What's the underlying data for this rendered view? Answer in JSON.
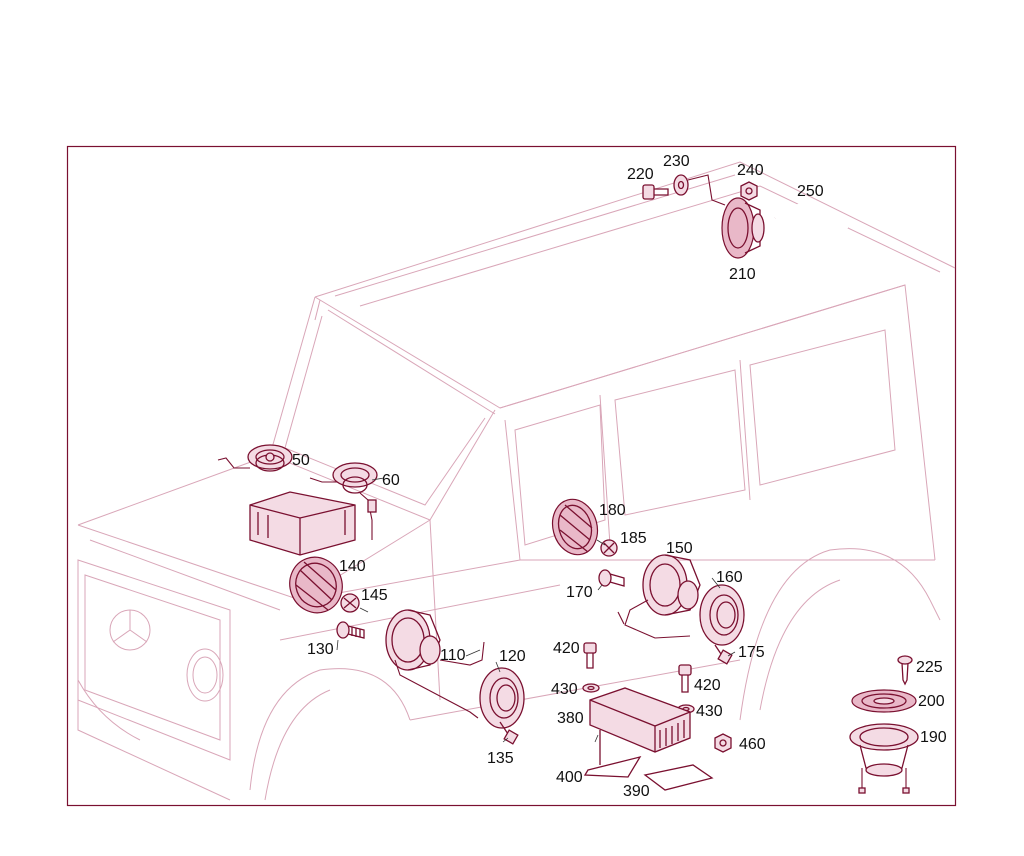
{
  "colors": {
    "frame": "#7a1030",
    "vehicle_outline": "#d9a6b8",
    "part_stroke": "#7a1030",
    "part_fill": "#f4dbe4",
    "label_text": "#111111"
  },
  "callouts": [
    "220",
    "230",
    "240",
    "250",
    "210",
    "50",
    "60",
    "180",
    "185",
    "150",
    "160",
    "170",
    "140",
    "145",
    "130",
    "110",
    "120",
    "175",
    "420",
    "430",
    "380",
    "400",
    "390",
    "460",
    "225",
    "200",
    "190",
    "135"
  ]
}
